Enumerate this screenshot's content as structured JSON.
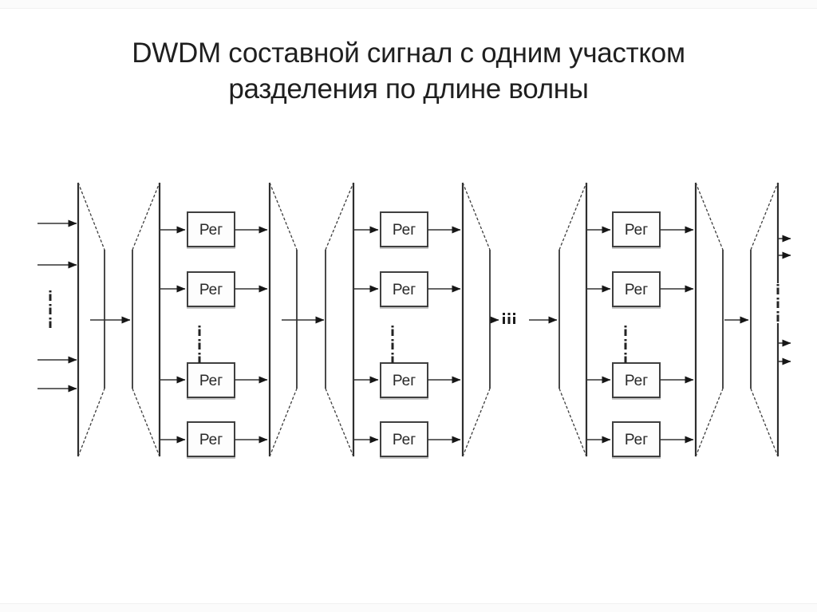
{
  "slide": {
    "title": {
      "line1": "DWDM составной сигнал с одним участком",
      "line2": "разделения по длине волны"
    },
    "diagram": {
      "type": "block-diagram",
      "regenerator_label": "Рег",
      "stages": [
        {
          "role": "input-channels",
          "channels_shown": 4,
          "more_channels_ellipsis": true
        },
        {
          "role": "multiplexer"
        },
        {
          "role": "demultiplexer"
        },
        {
          "role": "regenerator-bank",
          "boxes_shown": 4,
          "more_boxes_ellipsis": true
        },
        {
          "role": "multiplexer"
        },
        {
          "role": "demultiplexer"
        },
        {
          "role": "regenerator-bank",
          "boxes_shown": 4,
          "more_boxes_ellipsis": true
        },
        {
          "role": "multiplexer"
        },
        {
          "role": "omitted-sections-ellipsis"
        },
        {
          "role": "demultiplexer"
        },
        {
          "role": "regenerator-bank",
          "boxes_shown": 4,
          "more_boxes_ellipsis": true
        },
        {
          "role": "multiplexer"
        },
        {
          "role": "demultiplexer"
        },
        {
          "role": "output-channels",
          "channels_shown": 4,
          "more_channels_ellipsis": true
        }
      ],
      "colors": {
        "line": "#3a3a3a",
        "arrowhead": "#161616",
        "box_fill": "#fdfdfd",
        "box_border": "#3f3f3f",
        "title_text": "#1f1f1f",
        "background": "#ffffff"
      }
    }
  }
}
